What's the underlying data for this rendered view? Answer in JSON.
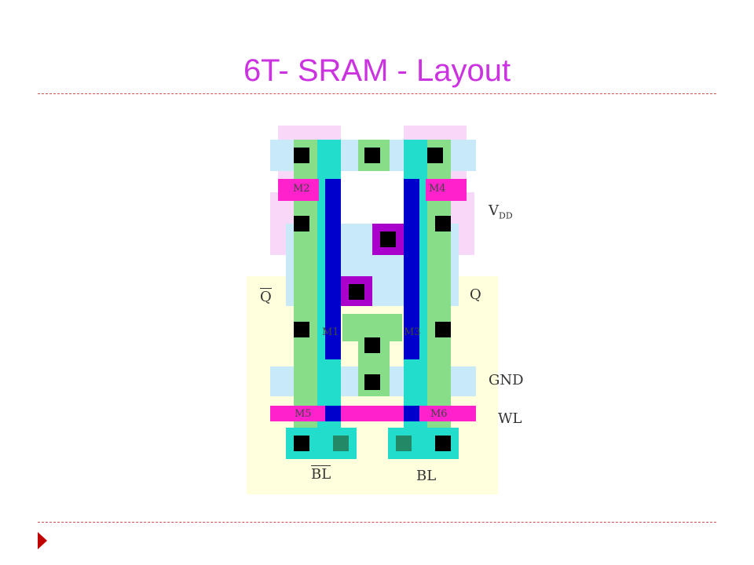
{
  "title": "6T- SRAM - Layout",
  "labels": {
    "vdd_main": "V",
    "vdd_sub": "DD",
    "q": "Q",
    "qbar": "Q",
    "gnd": "GND",
    "wl": "WL",
    "bl": "BL",
    "blbar": "BL"
  },
  "transistors": [
    "M2",
    "M4",
    "M1",
    "M3",
    "M5",
    "M6"
  ],
  "colors": {
    "title": "#cc33e0",
    "rule": "#d05050",
    "bullet": "#c00000",
    "nwell": "#ffffdd",
    "pwell": "#f8d8f8",
    "metal1": "#c8eaf8",
    "diffusion": "#88dd88",
    "poly": "#ff22cc",
    "metal2": "#0000cc",
    "overlap": "#22ddcc",
    "contact": "#000000",
    "via": "#aa00cc"
  }
}
